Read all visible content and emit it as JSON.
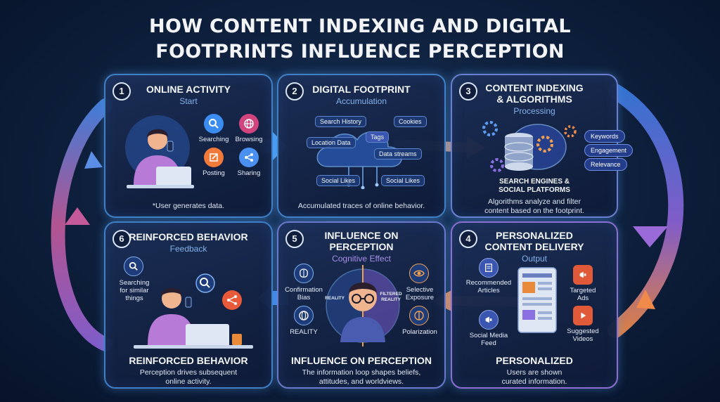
{
  "title": {
    "line1": "HOW CONTENT INDEXING AND DIGITAL",
    "line2": "FOOTPRINTS INFLUENCE PERCEPTION"
  },
  "colors": {
    "panel_border": "#3f7fc4",
    "accent_blue": "#82b2ea",
    "arrow_blue": "#3a7be0",
    "arrow_orange": "#f08a4a",
    "arrow_purple": "#8e63d8"
  },
  "steps": [
    {
      "number": "1",
      "title": "ONLINE ACTIVITY",
      "subtitle": "Start",
      "icons": [
        {
          "label": "Searching",
          "icon": "search-icon",
          "color": "#3b8cf0"
        },
        {
          "label": "Browsing",
          "icon": "globe-icon",
          "color": "#d0457e"
        },
        {
          "label": "Posting",
          "icon": "edit-icon",
          "color": "#f07a3a"
        },
        {
          "label": "Sharing",
          "icon": "share-icon",
          "color": "#4a90f0"
        }
      ],
      "footer": "*User generates data."
    },
    {
      "number": "2",
      "title": "DIGITAL FOOTPRINT",
      "subtitle": "Accumulation",
      "tags": [
        "Search History",
        "Cookies",
        "Tags",
        "Location Data",
        "Data streams",
        "Social Likes",
        "Social Likes"
      ],
      "footer": "Accumulated traces of online behavior."
    },
    {
      "number": "3",
      "title_line1": "CONTENT INDEXING",
      "title_line2": "& ALGORITHMS",
      "subtitle": "Processing",
      "keywords": [
        "Keywords",
        "Engagement",
        "Relevance"
      ],
      "caption_line1": "SEARCH ENGINES &",
      "caption_line2": "SOCIAL PLATFORMS",
      "footer_line1": "Algorithms analyze and filter",
      "footer_line2": "content based on the footprint."
    },
    {
      "number": "4",
      "title_line1": "PERSONALIZED",
      "title_line2": "CONTENT DELIVERY",
      "subtitle": "Output",
      "items": [
        {
          "label_line1": "Recommended",
          "label_line2": "Articles",
          "icon": "article-icon"
        },
        {
          "label_line1": "Targeted",
          "label_line2": "Ads",
          "icon": "megaphone-icon"
        },
        {
          "label_line1": "Social Media",
          "label_line2": "Feed",
          "icon": "megaphone-icon"
        },
        {
          "label_line1": "Suggested",
          "label_line2": "Videos",
          "icon": "play-icon"
        }
      ],
      "footer_heading": "PERSONALIZED",
      "footer_line1": "Users are shown",
      "footer_line2": "curated information."
    },
    {
      "number": "5",
      "title_line1": "INFLUENCE ON",
      "title_line2": "PERCEPTION",
      "subtitle": "Cognitive Effect",
      "effects": [
        {
          "label_line1": "Confirmation",
          "label_line2": "Bias",
          "icon": "brain-icon"
        },
        {
          "label_line1": "Selective",
          "label_line2": "Exposure",
          "icon": "eye-icon"
        },
        {
          "label_line1": "REALITY",
          "label_line2": "",
          "icon": "globe-icon"
        },
        {
          "label_line1": "Polarization",
          "label_line2": "",
          "icon": "split-icon"
        }
      ],
      "face_left": "REALITY",
      "face_right_line1": "FILTERED",
      "face_right_line2": "REALITY",
      "footer_heading": "INFLUENCE ON PERCEPTION",
      "footer_line1": "The information loop shapes beliefs,",
      "footer_line2": "attitudes, and worldviews."
    },
    {
      "number": "6",
      "title": "REINFORCED BEHAVIOR",
      "subtitle": "Feedback",
      "search_label_line1": "Searching",
      "search_label_line2": "for similar",
      "search_label_line3": "things",
      "footer_heading": "REINFORCED BEHAVIOR",
      "footer_line1": "Perception drives subsequent",
      "footer_line2": "online activity."
    }
  ]
}
